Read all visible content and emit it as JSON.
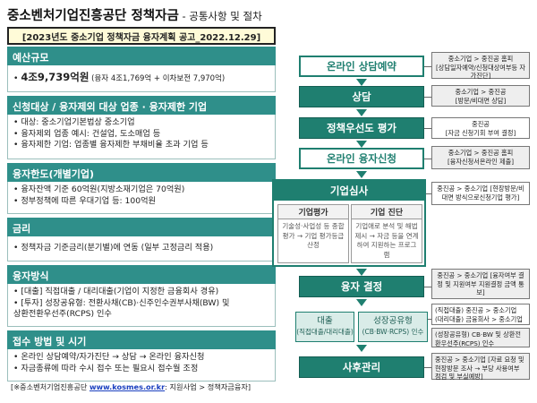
{
  "title": {
    "main": "중소벤처기업진흥공단 정책자금",
    "sub": " - 공통사항 및 절차"
  },
  "notice": "[2023년도 중소기업 정책자금 융자계획 공고_2022.12.29]",
  "sections": {
    "budget": {
      "head": "예산규모",
      "amount": "4조9,739억원",
      "detail": " (융자 4조1,769억 + 이차보전 7,970억)"
    },
    "eligibility": {
      "head": "신청대상 / 융자제외 대상 업종 · 융자제한 기업",
      "lines": [
        "• 대상: 중소기업기본법상 중소기업",
        "• 융자제외 업종 예시: 건설업, 도소매업 등",
        "• 융자제한 기업: 업종별 융자제한 부채비율 초과 기업 등"
      ]
    },
    "limit": {
      "head": "융자한도(개별기업)",
      "lines": [
        "• 융자잔액 기준 60억원(지방소재기업은 70억원)",
        "• 정부정책에 따른 우대기업 등: 100억원"
      ]
    },
    "rate": {
      "head": "금리",
      "lines": [
        "• 정책자금 기준금리(분기별)에 연동 (일부 고정금리 적용)"
      ]
    },
    "method": {
      "head": "융자방식",
      "lines": [
        "• [대출] 직접대출 / 대리대출(기업이 지정한 금융회사 경유)",
        "• [투자] 성장공유형: 전환사채(CB)·신주인수권부사채(BW) 및",
        "   상환전환우선주(RCPS) 인수"
      ]
    },
    "apply": {
      "head": "접수 방법 및 시기",
      "lines": [
        "• 온라인 상담예약/자가진단 → 상담 → 온라인 융자신청",
        "• 자금종류에 따라 수시 접수 또는 필요시 접수월 조정"
      ]
    }
  },
  "footer": {
    "prefix": "[※중소벤처기업진흥공단 ",
    "link": "www.kosmes.or.kr",
    "suffix": ": 지원사업 > 정책자금융자]"
  },
  "flow": {
    "step1": "온라인 상담예약",
    "step2": "상담",
    "step3": "정책우선도 평가",
    "step4": "온라인 융자신청",
    "review": {
      "head": "기업심사",
      "col1_head": "기업평가",
      "col1_body": "기술성·사업성 등 종합평가 → 기업 평가등급 산정",
      "col2_head": "기업 진단",
      "col2_body": "기업애로 분석 및 해법 제시 → 자금 등을 연계하여 지원하는 프로그램"
    },
    "decision": "융자 결정",
    "loan": "대출",
    "loan_sub": "(직접대출/대리대출)",
    "growth": "성장공유형",
    "growth_sub": "(CB·BW·RCPS) 인수",
    "after": "사후관리"
  },
  "notes": {
    "n1": "중소기업 > 중진공 홈피\n[상담일자예약/신청대상여부등 자가진단]",
    "n2": "중소기업 > 중진공\n[방문/비대면 상담]",
    "n3": "중진공\n[자금 신청기회 부여 결정]",
    "n4": "중소기업 > 중진공 홈피\n[융자신청서온라인 제출]",
    "n5": "중진공 > 중소기업 [현장방문/비대면 방식으로신청기업 평가]",
    "n6": "중진공 > 중소기업 [융자여부 결정 및 지원여부 지원결정 금액 통보]",
    "n7": "(직접대출) 중진공 > 중소기업\n(대리대출) 금융회사 > 중소기업",
    "n8": "(성장공유형) CB·BW 및 상환전환우선주(RCPS) 인수",
    "n9": "중진공 > 중소기업 [자료 요청 및 현장방문 조사 → 부당 사용여부 점검 및 부실예방]"
  }
}
